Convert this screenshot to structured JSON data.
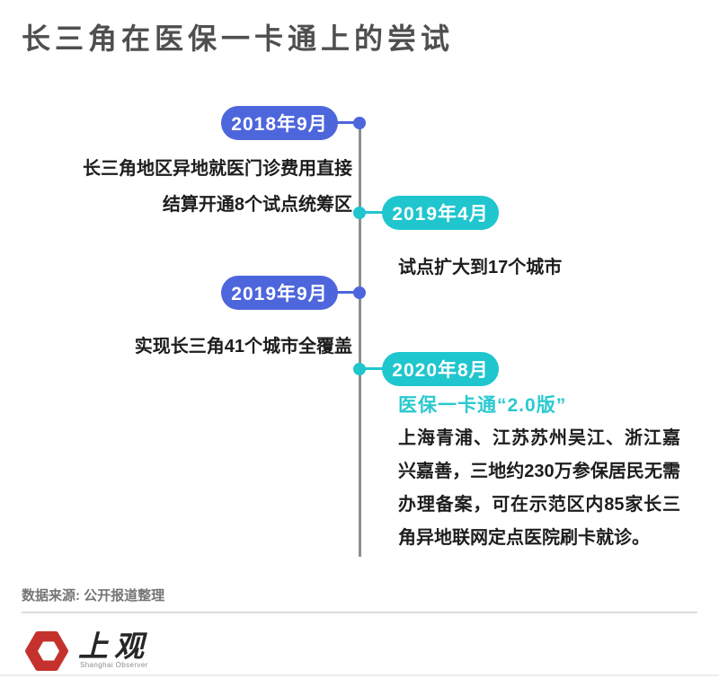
{
  "title": "长三角在医保一卡通上的尝试",
  "colors": {
    "blue": "#4e66dc",
    "teal": "#1fc6ce",
    "axis_gray": "#8f8f8f",
    "title_gray": "#4f4f4f",
    "logo_red": "#c5322d"
  },
  "chart_data": {
    "type": "table",
    "title": "长三角在医保一卡通上的尝试",
    "layout": "vertical-timeline",
    "events": [
      {
        "date": "2018年9月",
        "side": "left",
        "accent": "#4e66dc",
        "description": "长三角地区异地就医门诊费用直接\n结算开通8个试点统筹区"
      },
      {
        "date": "2019年4月",
        "side": "right",
        "accent": "#1fc6ce",
        "description": "试点扩大到17个城市"
      },
      {
        "date": "2019年9月",
        "side": "left",
        "accent": "#4e66dc",
        "description": "实现长三角41个城市全覆盖"
      },
      {
        "date": "2020年8月",
        "side": "right",
        "accent": "#1fc6ce",
        "subtitle": "医保一卡通“2.0版”",
        "description": "上海青浦、江苏苏州吴江、浙江嘉兴嘉善，三地约230万参保居民无需办理备案，可在示范区内85家长三角异地联网定点医院刷卡就诊。"
      }
    ]
  },
  "footer": {
    "source": "数据来源: 公开报道整理",
    "logo": {
      "text": "上观",
      "subtext": "Shanghai Observer"
    }
  }
}
